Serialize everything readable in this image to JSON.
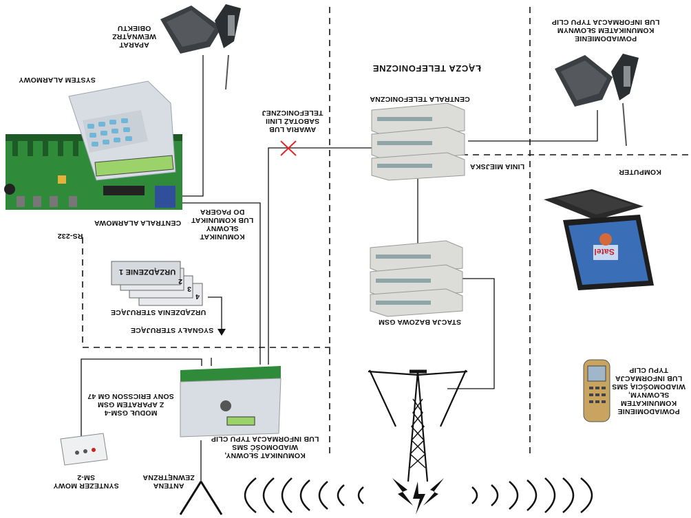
{
  "labels": {
    "aparat_obiektu": "APARAT\nWEWNĄTRZ\nOBIEKTU",
    "system_alarmowy": "SYSTEM ALARMOWY",
    "centrala_alarmowa": "CENTRALA ALARMOWA",
    "rs232": "RS-232",
    "komunikat_pager": "KOMUNIKAT\nSŁOWNY\nLUB KOMUNIKAT\nDO PAGERA",
    "awaria": "AWARIA LUB\nSABOTAŻ LINII\nTELEFONICZNEJ",
    "lacza": "ŁĄCZA TELEFONICZNE",
    "centrala_tel": "CENTRALA TELEFONICZNA",
    "linia_miejska": "LINIA MIEJSKA",
    "powiadomienie_top": "POWIADOMIENIE\nKOMUNIKATEM SŁOWNYM\nLUB INFORMACJA TYPU CLIP",
    "komputer": "KOMPUTER",
    "urzadzenia_sterujace": "URZĄDZENIA STERUJĄCE",
    "urzadzenie_1": "URZĄDZENIE 1",
    "num_2": "2",
    "num_3": "3",
    "num_4": "4",
    "sygnaly": "SYGNAŁY STERUJĄCE",
    "stacja_gsm": "STACJA BAZOWA GSM",
    "modul_gsm": "MODUŁ GSM-4\nZ APARATEM GSM\nSONY ERICSSON GM 47",
    "komunikat_sms": "KOMUNIKAT SŁOWNY,\nWIADOMOŚĆ SMS\nLUB INFORMACJA TYPU CLIP",
    "powiadomienie_bottom": "POWIADOMIENIE\nKOMUNIKATEM\nSŁOWNYM,\nWIADOMOŚCIĄ SMS\nLUB INFORMACJA\nTYPU CLIP",
    "antena": "ANTENA\nZEWNĘTRZNA",
    "syntezer": "SYNTEZER MOWY\nSM-2",
    "satel": "Satel"
  },
  "colors": {
    "line": "#111111",
    "board": "#2f8a3a",
    "board_dark": "#1e5a25",
    "lcd": "#9bd36a",
    "cross": "#e0262b",
    "panel": "#d7dde3",
    "keys": "#6fb6d8",
    "screen": "#3a6fb8"
  }
}
